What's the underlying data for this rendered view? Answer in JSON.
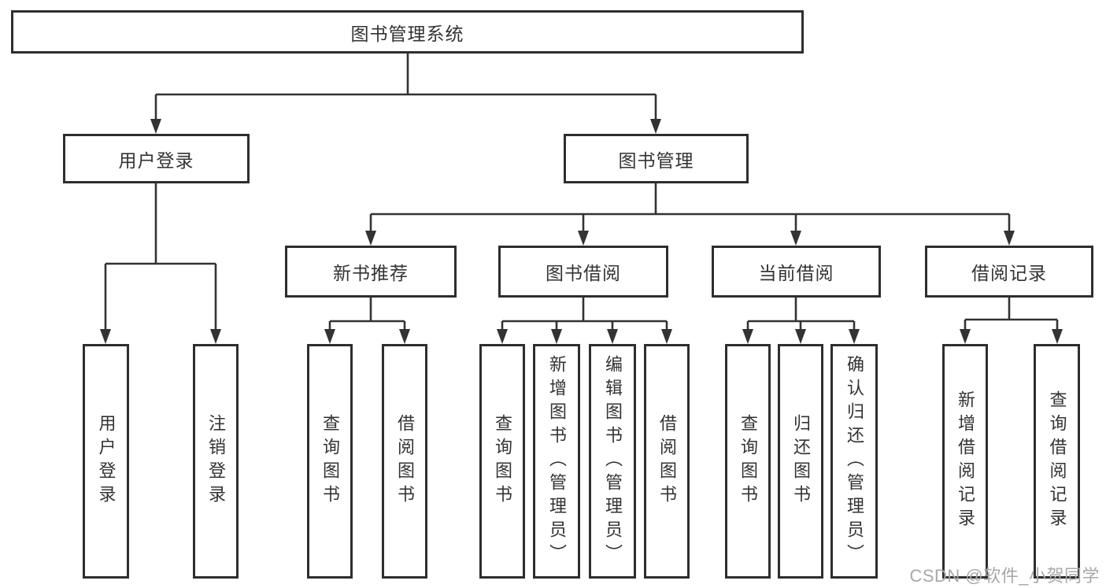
{
  "diagram": {
    "colors": {
      "line": "#333333",
      "node_border": "#2e2e2e",
      "node_text": "#333333",
      "background": "#ffffff",
      "watermark_text_color": "#a8a8a8"
    },
    "tree": {
      "root": {
        "label": "图书管理系统"
      },
      "level2": [
        {
          "label": "用户登录",
          "children": [
            {
              "label": "用户登录"
            },
            {
              "label": "注销登录"
            }
          ]
        },
        {
          "label": "图书管理",
          "children": [
            {
              "label": "新书推荐",
              "children": [
                {
                  "label": "查询图书"
                },
                {
                  "label": "借阅图书"
                }
              ]
            },
            {
              "label": "图书借阅",
              "children": [
                {
                  "label": "查询图书"
                },
                {
                  "label": "新增图书（管理员）"
                },
                {
                  "label": "编辑图书（管理员）"
                },
                {
                  "label": "借阅图书"
                }
              ]
            },
            {
              "label": "当前借阅",
              "children": [
                {
                  "label": "查询图书"
                },
                {
                  "label": "归还图书"
                },
                {
                  "label": "确认归还（管理员）"
                }
              ]
            },
            {
              "label": "借阅记录",
              "children": [
                {
                  "label": "新增借阅记录"
                },
                {
                  "label": "查询借阅记录"
                }
              ]
            }
          ]
        }
      ]
    },
    "watermark": {
      "text": "CSDN @软件_小贺同学"
    }
  }
}
